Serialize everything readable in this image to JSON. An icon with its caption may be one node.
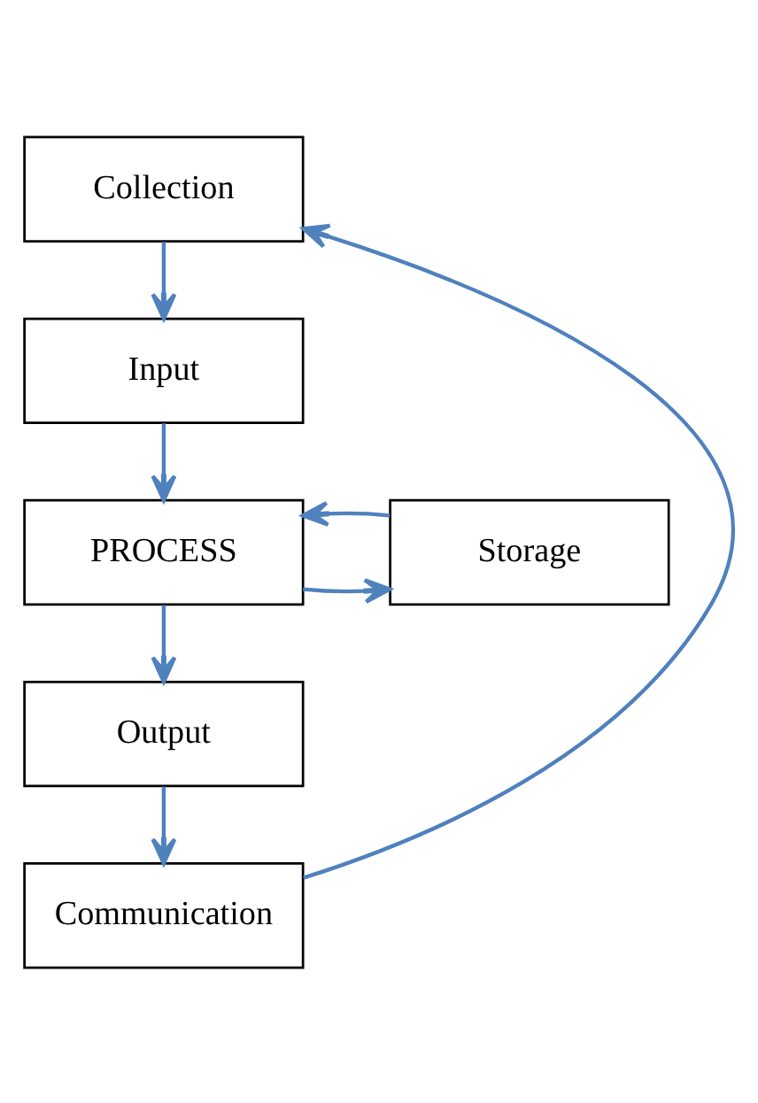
{
  "diagram": {
    "nodes": [
      {
        "text": [
          "Collection"
        ]
      },
      {
        "text": [
          "Input"
        ]
      },
      {
        "text": [
          "PROCESS"
        ]
      },
      {
        "text": [
          "Storage"
        ]
      },
      {
        "text": [
          "Output"
        ]
      },
      {
        "text": [
          "Communication"
        ]
      }
    ],
    "edges": [
      {
        "from": 0,
        "to": 1,
        "arrow": "to"
      },
      {
        "from": 1,
        "to": 2,
        "arrow": "to"
      },
      {
        "from": 2,
        "to": 3,
        "arrow": "to"
      },
      {
        "from": 3,
        "to": 2,
        "arrow": "to"
      },
      {
        "from": 2,
        "to": 4,
        "arrow": "to"
      },
      {
        "from": 4,
        "to": 5,
        "arrow": "to"
      },
      {
        "from": 5,
        "to": 0,
        "arrow": "to"
      }
    ]
  }
}
